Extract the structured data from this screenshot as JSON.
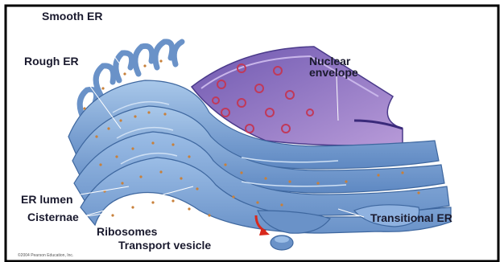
{
  "labels": {
    "smooth_er": "Smooth ER",
    "rough_er": "Rough ER",
    "nuclear_envelope_line1": "Nuclear",
    "nuclear_envelope_line2": "envelope",
    "er_lumen": "ER lumen",
    "cisternae": "Cisternae",
    "ribosomes": "Ribosomes",
    "transport_vesicle": "Transport vesicle",
    "transitional_er": "Transitional ER"
  },
  "copyright": "©2004 Pearson Education, Inc.",
  "colors": {
    "frame": "#000000",
    "membrane": "#7ea8d8",
    "membrane_dark": "#4f78b4",
    "nucleus": "#8a6fc0",
    "nuclear_pore": "#c0395a",
    "ribosome": "#c8803a",
    "leader_line": "#ffffff",
    "arrow": "#d8281c"
  }
}
